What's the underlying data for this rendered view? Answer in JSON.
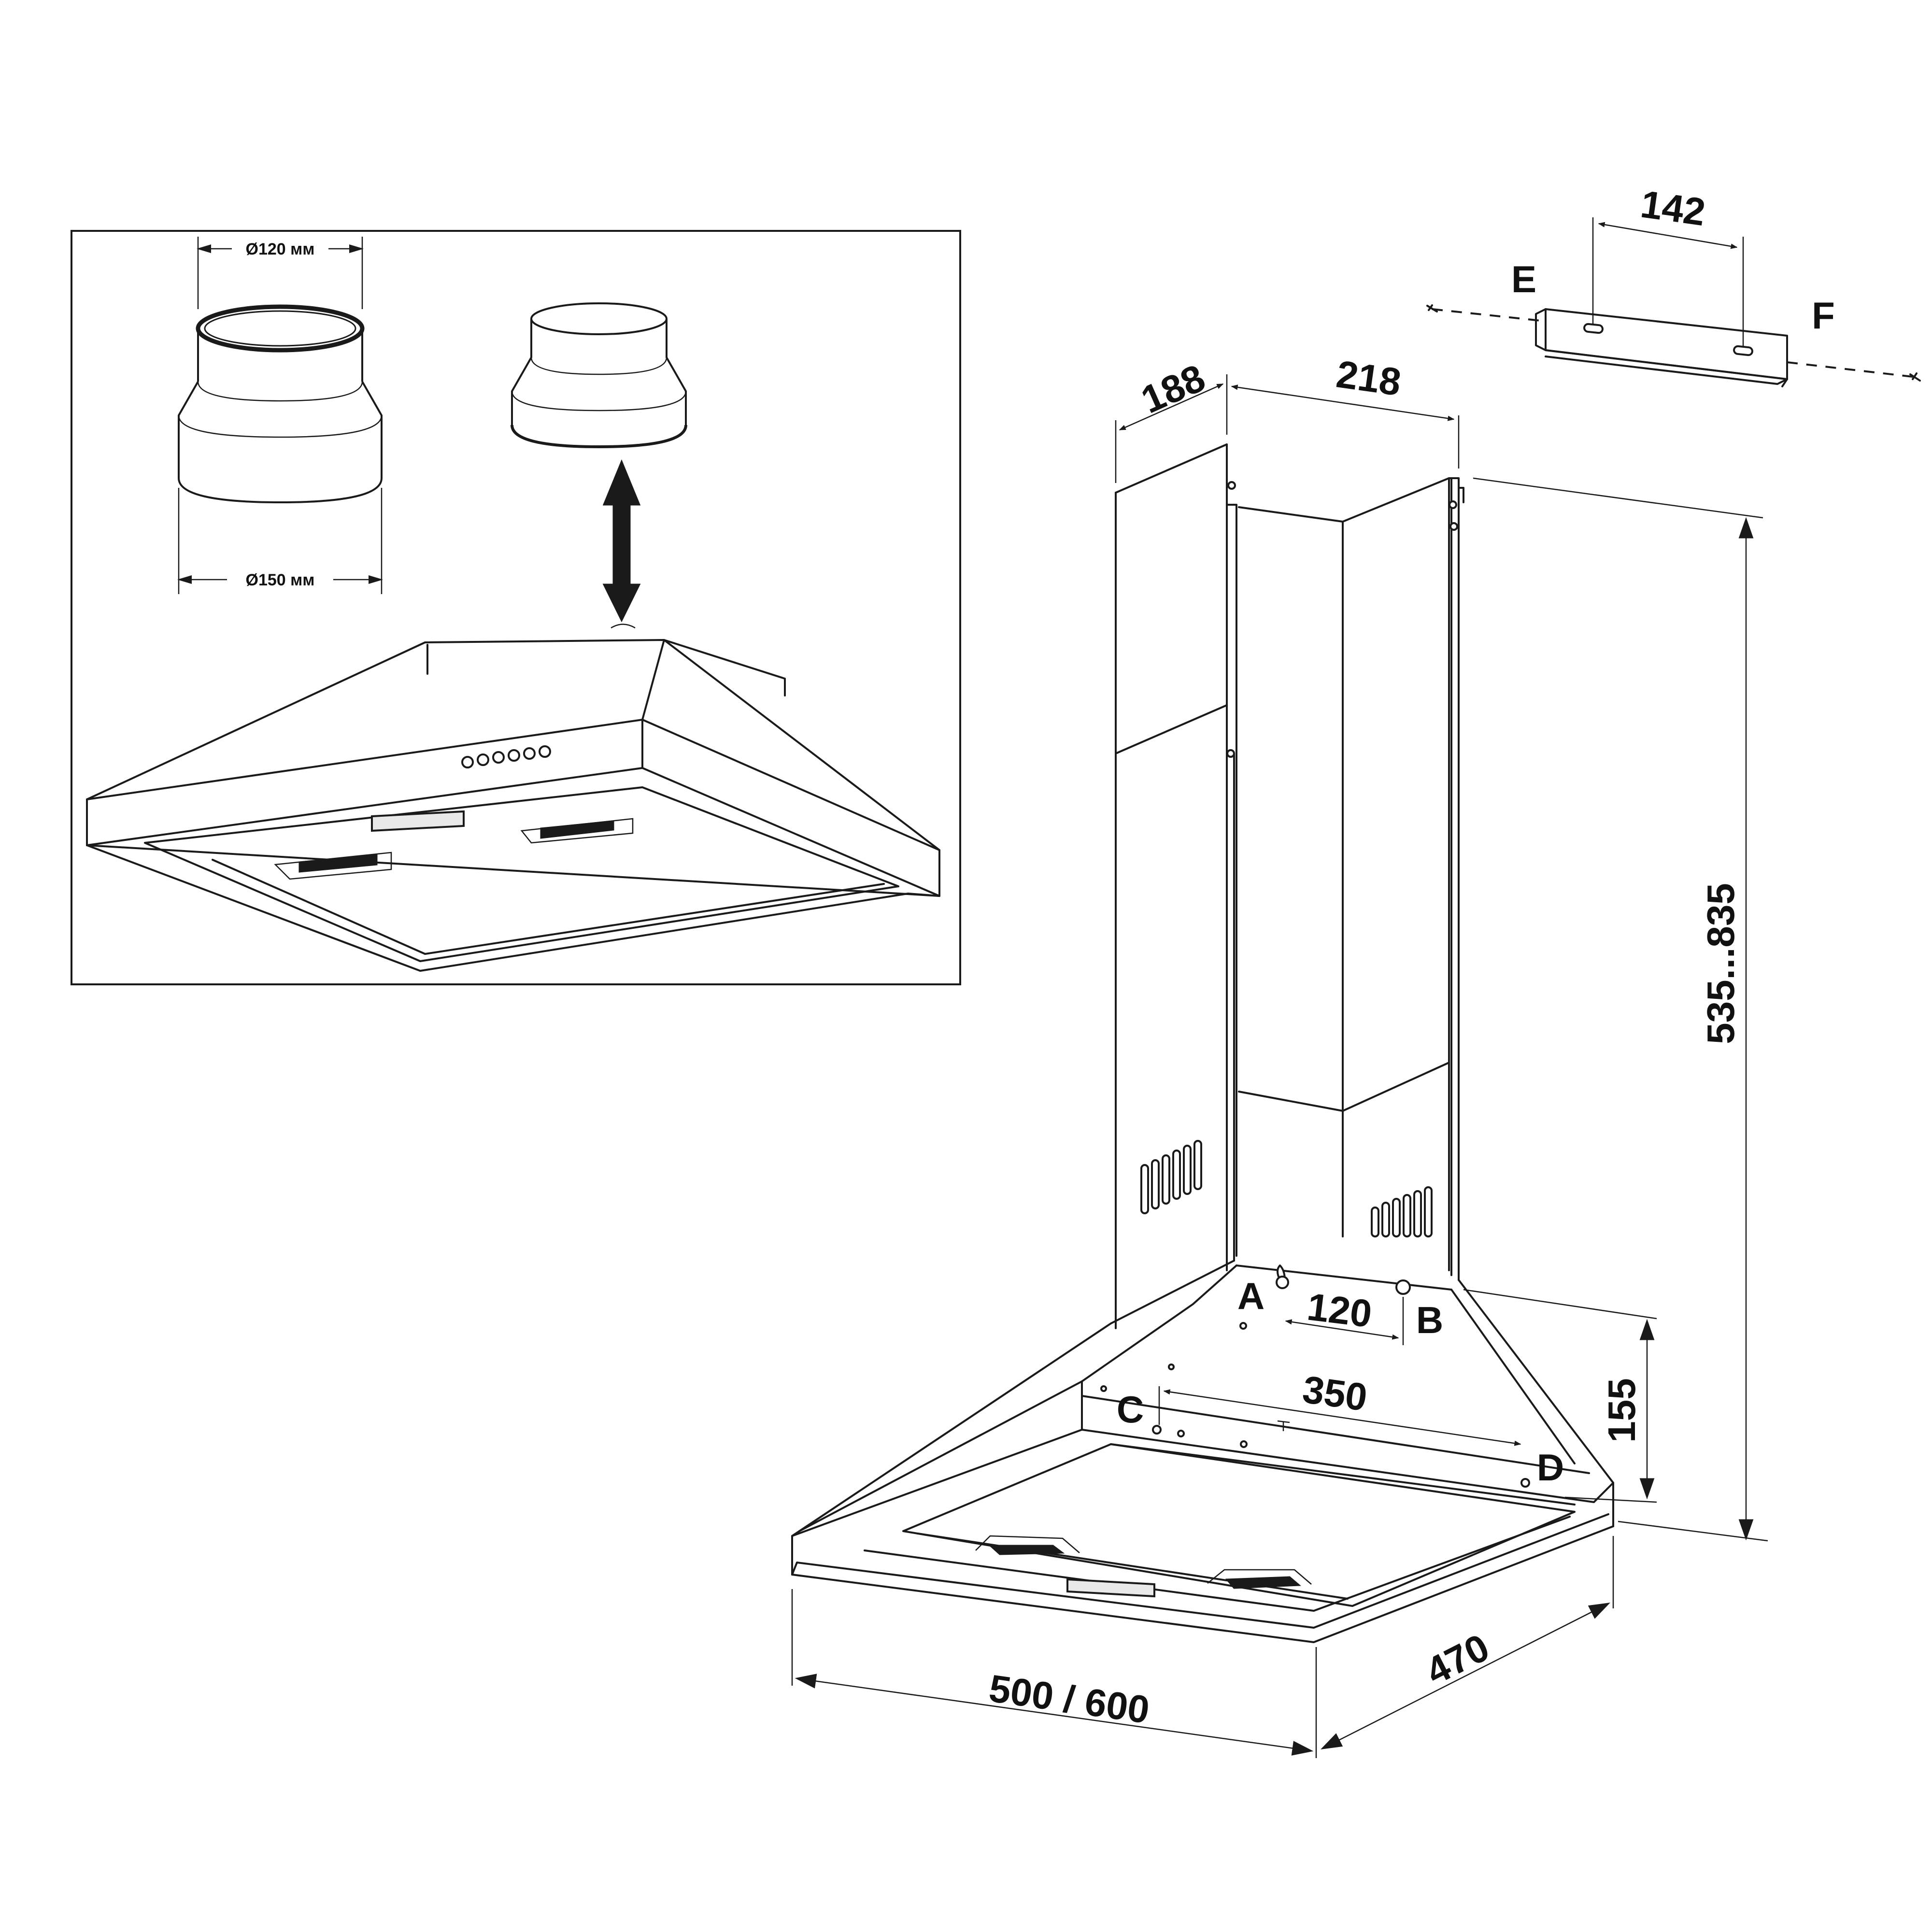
{
  "inset": {
    "adapter_top_label": "Ø120 мм",
    "adapter_bottom_label": "Ø150 мм"
  },
  "dimensions": {
    "bracket_width": "142",
    "chimney_depth": "188",
    "chimney_width": "218",
    "height_range": "535...835",
    "hole_spacing_ab": "120",
    "hole_spacing_cd": "350",
    "hood_height": "155",
    "hood_width": "500 / 600",
    "hood_depth": "470"
  },
  "points": {
    "a": "A",
    "b": "B",
    "c": "C",
    "d": "D",
    "e": "E",
    "f": "F"
  }
}
